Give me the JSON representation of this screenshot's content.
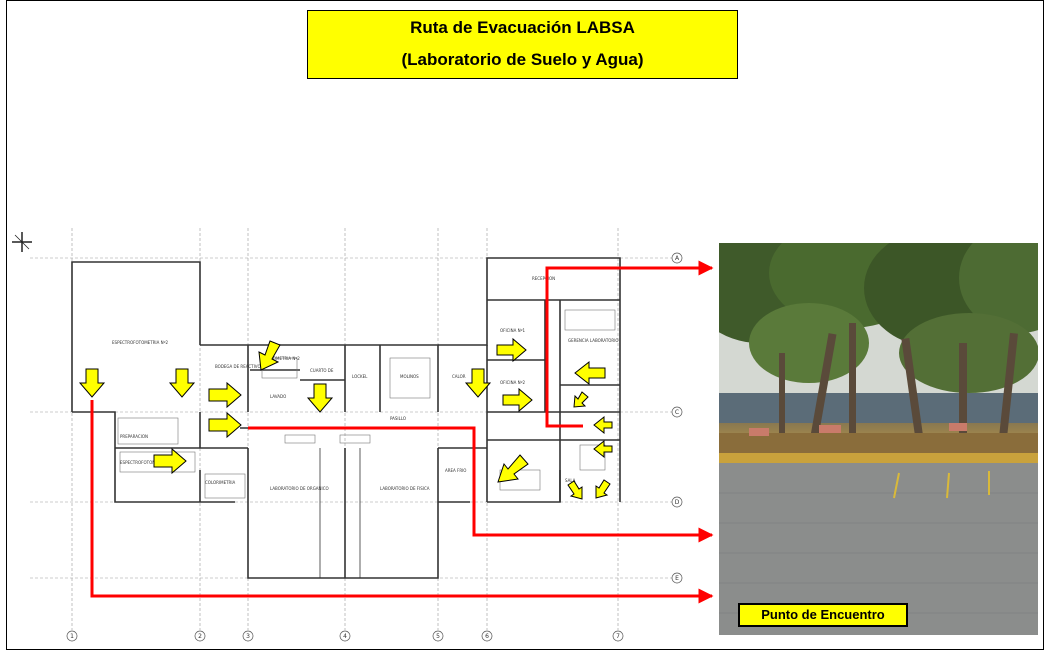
{
  "title": {
    "line1": "Ruta de Evacuación LABSA",
    "line2": "(Laboratorio de Suelo y Agua)"
  },
  "meeting_point": {
    "label": "Punto de Encuentro"
  },
  "plan": {
    "grid_columns": [
      "1",
      "2",
      "3",
      "4",
      "5",
      "6",
      "7"
    ],
    "grid_rows": [
      "A",
      "C",
      "D",
      "E"
    ],
    "rooms": {
      "espectro_2": "ESPECTROFOTOMETRIA Nº2",
      "bodega": "BODEGA DE REACTIVOS",
      "fotometria": "FOTOMETRIA Nº2",
      "cuarto": "CUARTO DE",
      "lavado": "LAVADO",
      "lockel": "LOCKEL",
      "molinos": "MOLINOS",
      "calor": "CALOR",
      "oficina_1": "OFICINA Nº1",
      "oficina_2": "OFICINA Nº2",
      "gerencia": "GERENCIA LABORATORIO",
      "recepcion": "RECEPCION",
      "preparacion": "PREPARACION",
      "espectro_1": "ESPECTROFOTOMETRIA Nº1",
      "colorimetria": "COLORIMETRIA",
      "lab_organico": "LABORATORIO DE ORGANICO",
      "lab_fisica": "LABORATORIO DE FISICA",
      "area_frio": "AREA FRIO",
      "pasillo": "PASILLO",
      "sala": "SALA"
    }
  },
  "colors": {
    "route": "#ff0000",
    "arrow_fill": "#ffff00",
    "title_bg": "#ffff00"
  }
}
